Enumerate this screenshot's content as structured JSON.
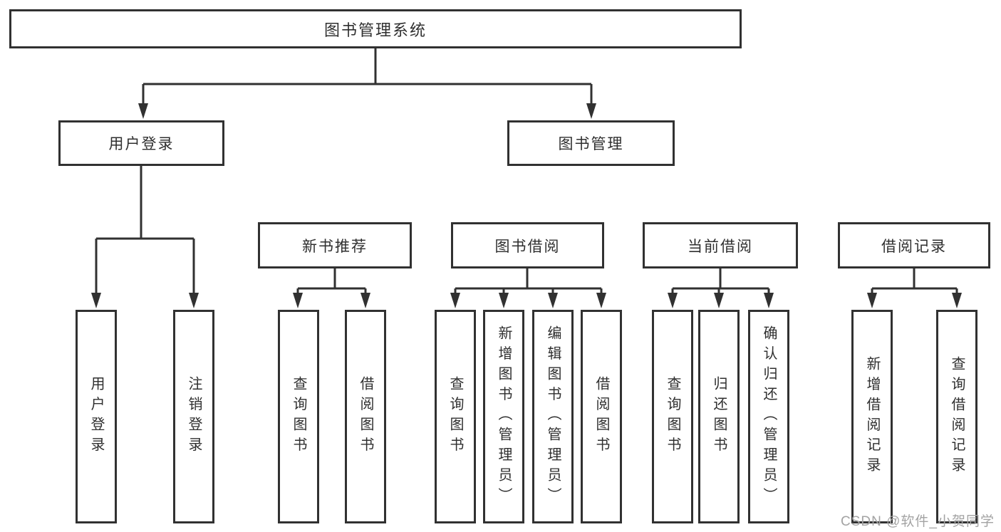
{
  "tree": {
    "root": "图书管理系统",
    "branches": [
      {
        "label": "用户登录",
        "children": [
          "用户登录",
          "注销登录"
        ]
      },
      {
        "label": "图书管理",
        "groups": [
          {
            "label": "新书推荐",
            "children": [
              "查询图书",
              "借阅图书"
            ]
          },
          {
            "label": "图书借阅",
            "children": [
              "查询图书",
              "新增图书（管理员）",
              "编辑图书（管理员）",
              "借阅图书"
            ]
          },
          {
            "label": "当前借阅",
            "children": [
              "查询图书",
              "归还图书",
              "确认归还（管理员）"
            ]
          },
          {
            "label": "借阅记录",
            "children": [
              "新增借阅记录",
              "查询借阅记录"
            ]
          }
        ]
      }
    ]
  },
  "watermark": {
    "text": "CSDN @软件_小贺同学"
  },
  "colors": {
    "line": "#313131",
    "box_border": "#313131",
    "text": "#2f2f2f",
    "watermark": "#a3a3a3",
    "background": "#ffffff"
  }
}
